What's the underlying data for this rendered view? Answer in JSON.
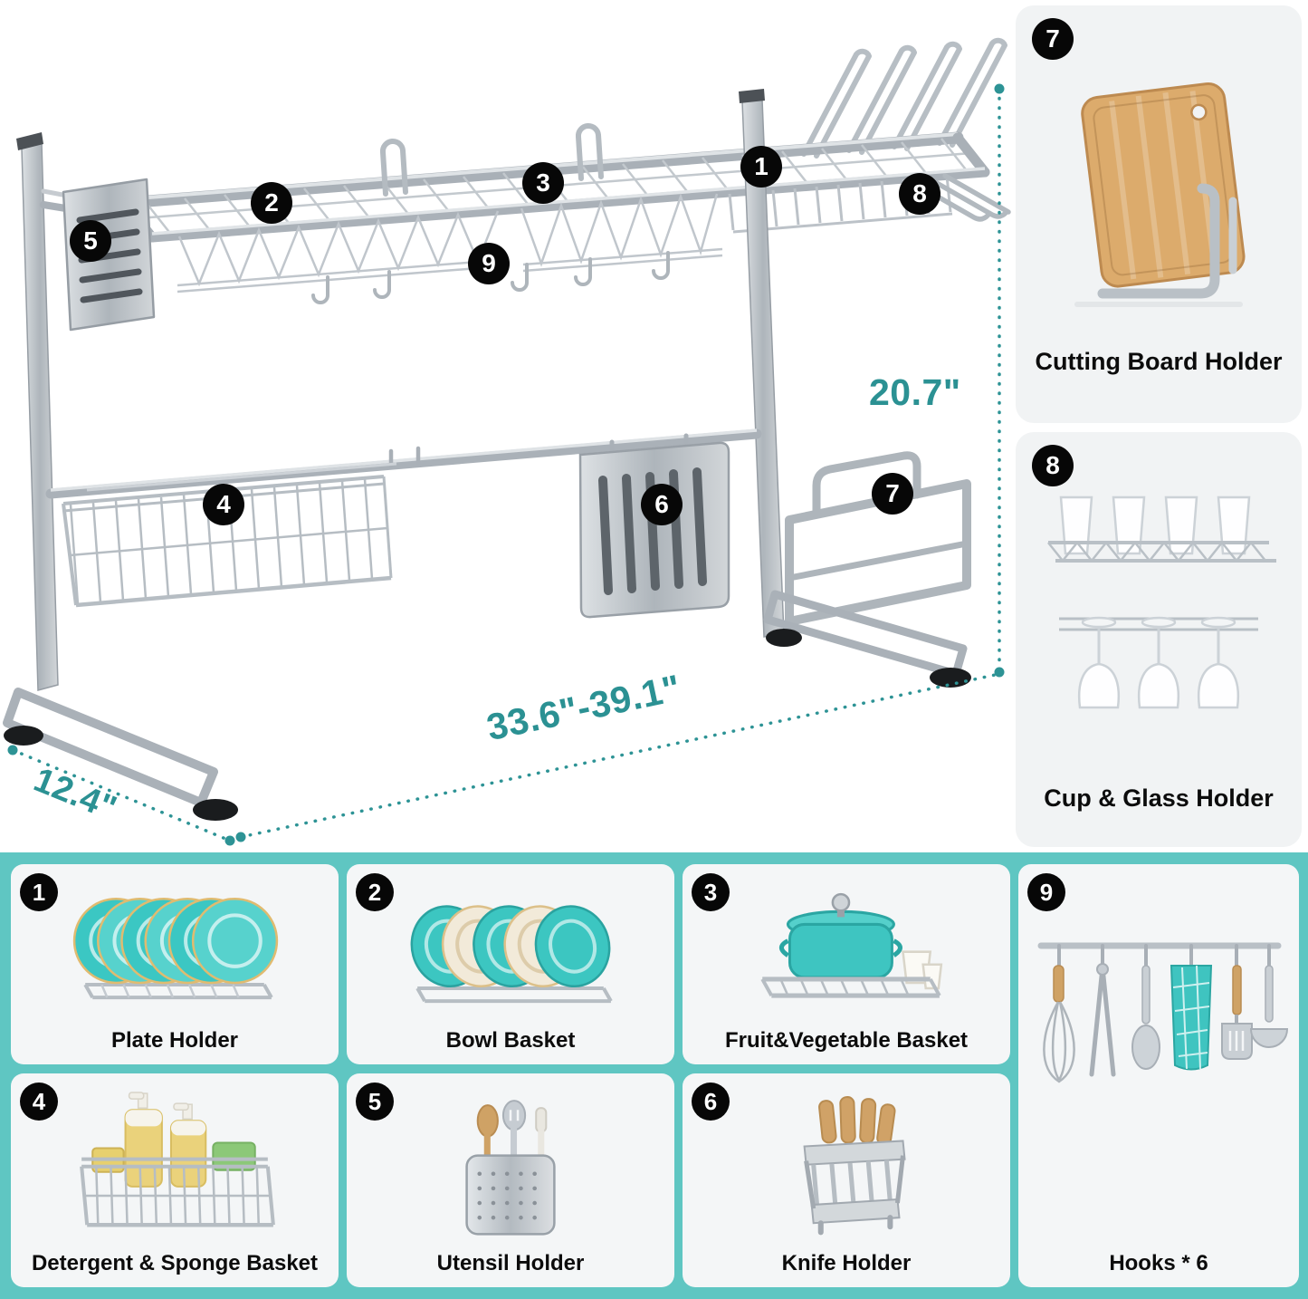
{
  "colors": {
    "teal_background": "#5fc6c2",
    "teal_text": "#2b9193",
    "card_background": "#f4f6f7",
    "panel_background": "#f1f3f4",
    "badge_background": "#070707",
    "metal": "#aeb5bb",
    "bamboo": "#dcab6c"
  },
  "diagram": {
    "badges": [
      "1",
      "2",
      "3",
      "4",
      "5",
      "6",
      "7",
      "8",
      "9"
    ],
    "dimensions": {
      "height": "20.7\"",
      "width_range": "33.6\"-39.1\"",
      "depth": "12.4\""
    }
  },
  "side_panels": [
    {
      "number": "7",
      "label": "Cutting Board Holder"
    },
    {
      "number": "8",
      "label": "Cup & Glass Holder"
    }
  ],
  "cards": [
    {
      "number": "1",
      "label": "Plate Holder"
    },
    {
      "number": "2",
      "label": "Bowl Basket"
    },
    {
      "number": "3",
      "label": "Fruit&Vegetable Basket"
    },
    {
      "number": "4",
      "label": "Detergent & Sponge Basket"
    },
    {
      "number": "5",
      "label": "Utensil Holder"
    },
    {
      "number": "6",
      "label": "Knife Holder"
    },
    {
      "number": "9",
      "label": "Hooks * 6"
    }
  ]
}
